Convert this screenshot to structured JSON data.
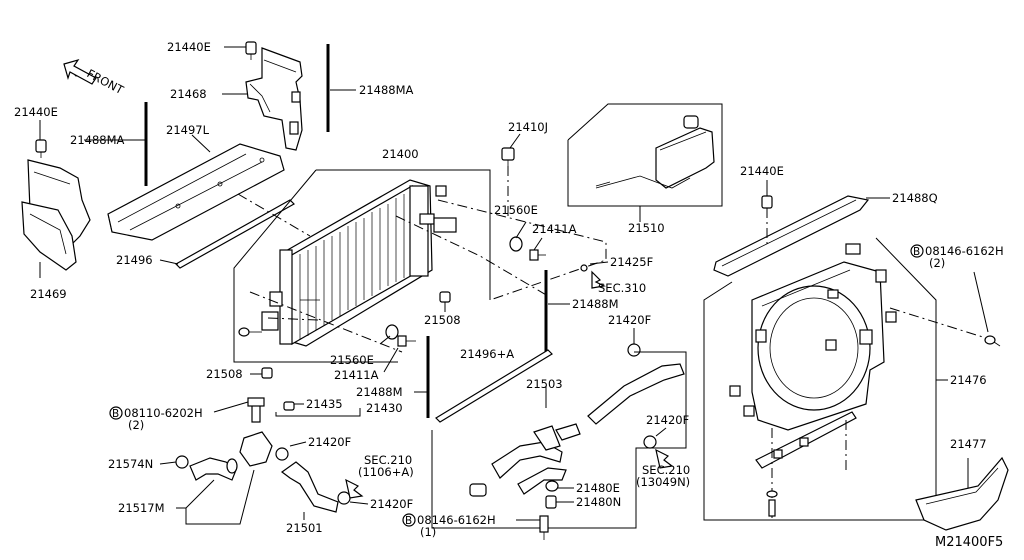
{
  "diagram_code": "M21400F5",
  "front_label": "FRONT",
  "labels": {
    "p21440E_top": "21440E",
    "p21468": "21468",
    "p21488MA_top": "21488MA",
    "p21440E_left": "21440E",
    "p21488MA_left": "21488MA",
    "p21497L": "21497L",
    "p21469": "21469",
    "p21496": "21496",
    "p21400": "21400",
    "p21410J": "21410J",
    "p21510": "21510",
    "p21560E_right": "21560E",
    "p21411A_right": "21411A",
    "p21425F": "21425F",
    "sec310": "SEC.310",
    "p21488M": "21488M",
    "p21508_mid": "21508",
    "p21420F_top": "21420F",
    "p21560E_left": "21560E",
    "p21411A_left": "21411A",
    "p21508_left": "21508",
    "p21488M_left": "21488M",
    "p21496A": "21496+A",
    "p21503": "21503",
    "bolt_08110": "08110-6202H",
    "bolt_08110_qty": "(2)",
    "p21435": "21435",
    "p21430": "21430",
    "p21420F_mid": "21420F",
    "p21574N": "21574N",
    "sec210_left": "SEC.210",
    "sec210_left_ref": "(1106+A)",
    "p21517M": "21517M",
    "p21420F_low": "21420F",
    "p21501": "21501",
    "bolt_08146_bottom": "08146-6162H",
    "bolt_08146_bottom_qty": "(1)",
    "p21420F_right": "21420F",
    "sec210_right": "SEC.210",
    "sec210_right_ref": "(13049N)",
    "p21480E": "21480E",
    "p21480N": "21480N",
    "p21440E_right": "21440E",
    "p21488Q": "21488Q",
    "bolt_08146_right": "08146-6162H",
    "bolt_08146_right_qty": "(2)",
    "p21476": "21476",
    "p21477": "21477"
  },
  "bolt_symbol": "B"
}
